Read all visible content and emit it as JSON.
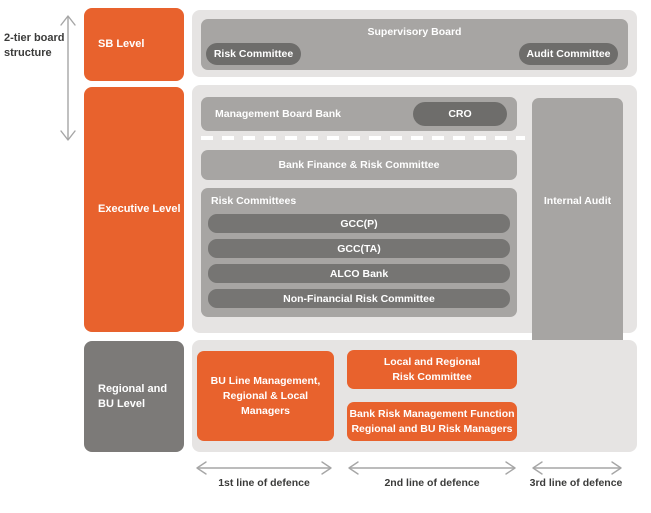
{
  "colors": {
    "orange": "#E8622D",
    "container_gray": "#E6E4E3",
    "panel_gray": "#A7A5A3",
    "pill_gray": "#6E6D6B",
    "row_gray": "#767573",
    "regional_gray": "#7C7A78",
    "arrow_gray": "#A6A6A6",
    "text_dark": "#3B3B3A"
  },
  "annotations": {
    "board_structure": "2-tier board\nstructure",
    "lines_of_defence": [
      "1st line of defence",
      "2nd line of defence",
      "3rd line of defence"
    ]
  },
  "levels": {
    "sb": "SB Level",
    "executive": "Executive Level",
    "regional": "Regional and\nBU Level"
  },
  "supervisory_board": {
    "title": "Supervisory Board",
    "risk_committee": "Risk Committee",
    "audit_committee": "Audit Committee"
  },
  "executive": {
    "management_board": "Management Board Bank",
    "cro": "CRO",
    "bank_finance": "Bank Finance & Risk Committee",
    "risk_committees_label": "Risk Committees",
    "risk_committee_rows": [
      "GCC(P)",
      "GCC(TA)",
      "ALCO Bank",
      "Non-Financial Risk Committee"
    ]
  },
  "internal_audit": "Internal Audit",
  "regional": {
    "bu_line_management": "BU Line Management,\nRegional & Local Managers",
    "local_regional_rc": "Local and Regional\nRisk Committee",
    "bank_risk_mgmt": "Bank Risk Management Function\nRegional and BU Risk Managers"
  }
}
